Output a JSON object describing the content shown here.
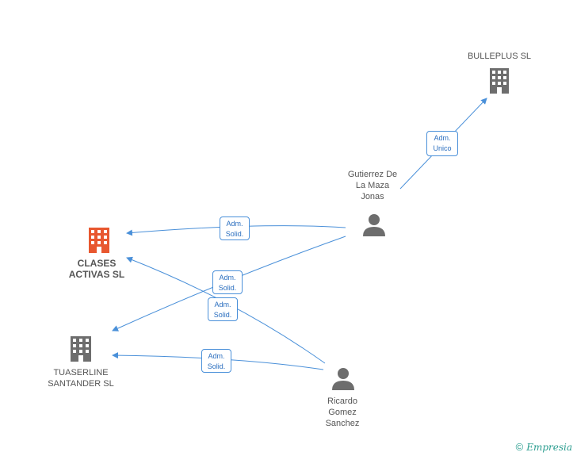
{
  "nodes": {
    "clases": {
      "label": "CLASES\nACTIVAS SL",
      "type": "company",
      "color": "#e8572f"
    },
    "tuaserline": {
      "label": "TUASERLINE\nSANTANDER  SL",
      "type": "company",
      "color": "#6d6d6d"
    },
    "bulleplus": {
      "label": "BULLEPLUS SL",
      "type": "company",
      "color": "#6d6d6d"
    },
    "gutierrez": {
      "label": "Gutierrez De\nLa Maza\nJonas",
      "type": "person",
      "color": "#6d6d6d"
    },
    "ricardo": {
      "label": "Ricardo\nGomez\nSanchez",
      "type": "person",
      "color": "#6d6d6d"
    }
  },
  "edges": [
    {
      "id": "e1",
      "from": "gutierrez",
      "to": "bulleplus",
      "label": "Adm.\nUnico"
    },
    {
      "id": "e2",
      "from": "gutierrez",
      "to": "clases",
      "label": "Adm.\nSolid."
    },
    {
      "id": "e3",
      "from": "gutierrez",
      "to": "tuaserline",
      "label": "Adm.\nSolid."
    },
    {
      "id": "e4",
      "from": "ricardo",
      "to": "clases",
      "label": "Adm.\nSolid."
    },
    {
      "id": "e5",
      "from": "ricardo",
      "to": "tuaserline",
      "label": "Adm.\nSolid."
    }
  ],
  "colors": {
    "edge": "#4a90d9",
    "label_text": "#2a6ebf"
  },
  "footer": {
    "copyright_symbol": "©",
    "brand": "Empresia",
    "copyright_icon": "copyright-icon"
  }
}
